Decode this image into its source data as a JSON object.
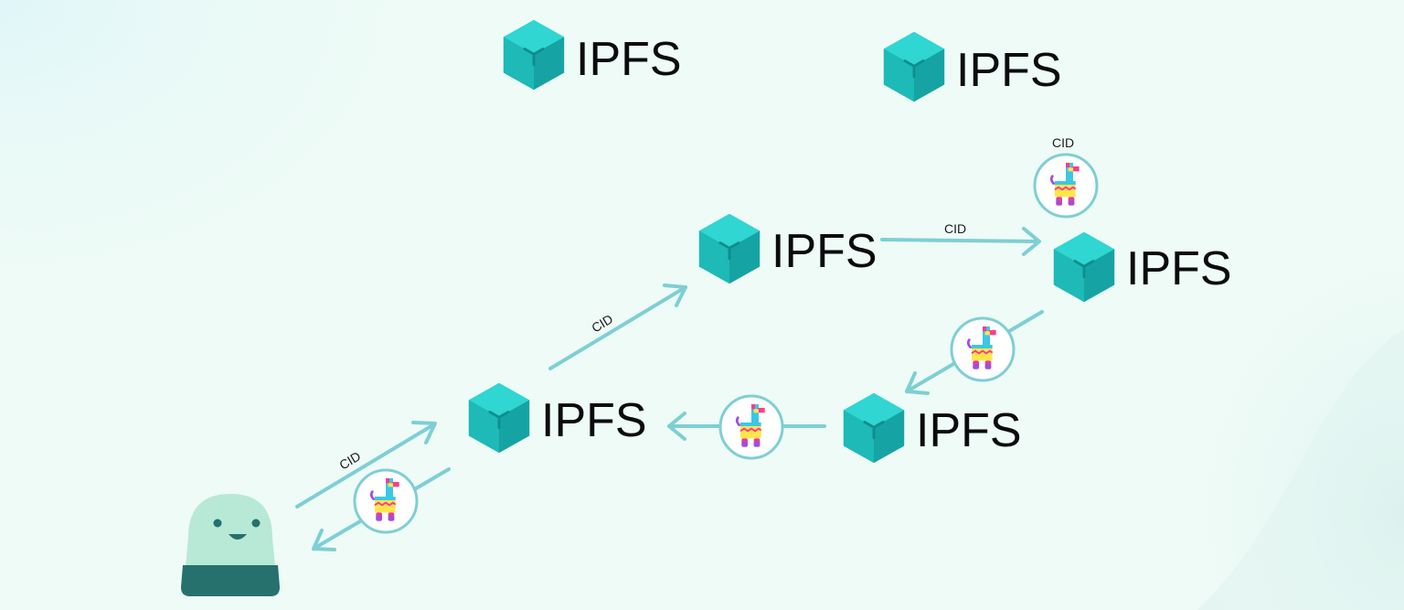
{
  "colors": {
    "background": "#eefbf7",
    "cube_top": "#2fd6d2",
    "cube_left": "#1dbab7",
    "cube_right": "#15a4a3",
    "arrow": "#7ecfd3",
    "text": "#0b0b0d",
    "user_head": "#b7e9d6",
    "user_body": "#26706e"
  },
  "nodes": [
    {
      "id": "ipfs-node-top-left",
      "label": "IPFS",
      "icon": "ipfs-cube-icon"
    },
    {
      "id": "ipfs-node-top-right",
      "label": "IPFS",
      "icon": "ipfs-cube-icon"
    },
    {
      "id": "ipfs-node-center",
      "label": "IPFS",
      "icon": "ipfs-cube-icon"
    },
    {
      "id": "ipfs-node-right",
      "label": "IPFS",
      "icon": "ipfs-cube-icon"
    },
    {
      "id": "ipfs-node-left",
      "label": "IPFS",
      "icon": "ipfs-cube-icon"
    },
    {
      "id": "ipfs-node-bottom",
      "label": "IPFS",
      "icon": "ipfs-cube-icon"
    }
  ],
  "edge_labels": {
    "user_to_left": "CID",
    "left_to_center": "CID",
    "center_to_right": "CID",
    "above_right_badge": "CID"
  },
  "user": {
    "icon": "user-character-icon"
  },
  "content_icon": "pinata-llama-icon"
}
